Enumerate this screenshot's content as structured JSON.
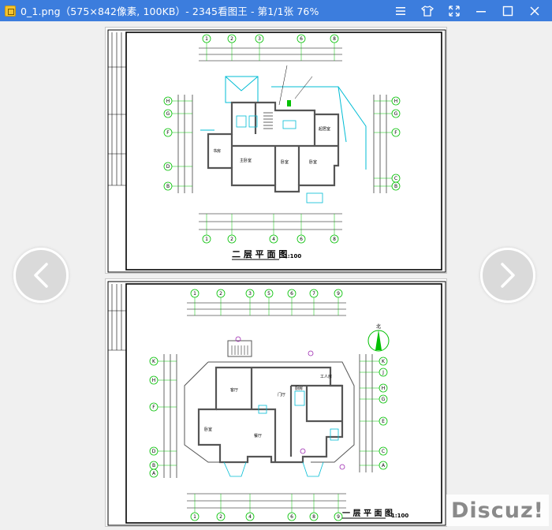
{
  "window": {
    "title": "0_1.png（575×842像素, 100KB）- 2345看图王 - 第1/1张 76%",
    "app_icon": "image-viewer-icon",
    "controls": [
      "menu-icon",
      "skin-icon",
      "fullscreen-icon",
      "minimize-icon",
      "maximize-icon",
      "close-icon"
    ]
  },
  "viewer": {
    "prev_icon": "chevron-left-icon",
    "next_icon": "chevron-right-icon"
  },
  "drawing": {
    "top_plan_title": "二 层 平 面 图",
    "top_plan_scale": "1:100",
    "bottom_plan_title": "一 层 平 面 图",
    "bottom_plan_scale": "1:100",
    "top_axis_labels": [
      "1",
      "2",
      "3",
      "6",
      "8"
    ],
    "top_side_labels": [
      "H",
      "G",
      "F",
      "D",
      "B"
    ],
    "bottom_axis_labels": [
      "1",
      "2",
      "3",
      "5",
      "6",
      "7",
      "9"
    ],
    "bottom_side_labels": [
      "K",
      "H",
      "F",
      "D",
      "B",
      "A"
    ],
    "room_labels_top": [
      "书房",
      "主卧室",
      "卧室",
      "卧室",
      "起居室"
    ],
    "room_labels_bottom": [
      "客厅",
      "餐厅",
      "门厅",
      "厨房",
      "工人房",
      "卧室"
    ],
    "north_label": "北"
  },
  "watermark": {
    "text": "Discuz!"
  }
}
